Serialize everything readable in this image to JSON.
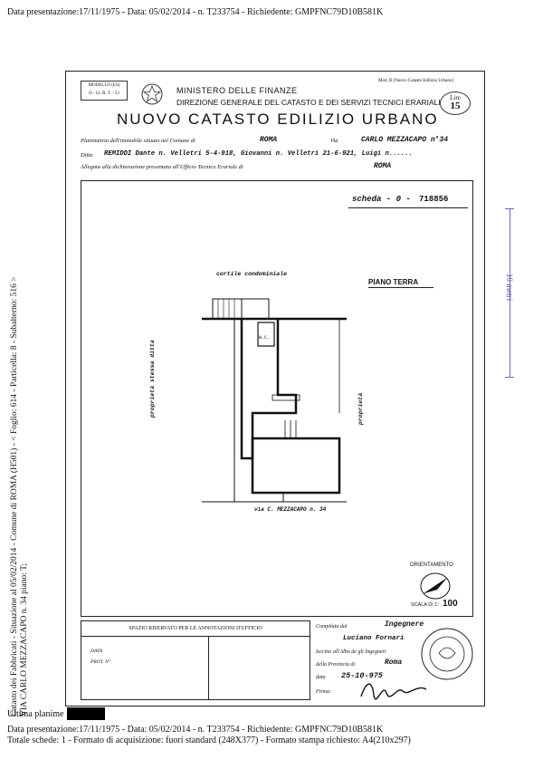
{
  "header": {
    "top_line": "Data presentazione:17/11/1975 - Data: 05/02/2014 - n. T233754 - Richiedente: GMPFNC79D10B581K"
  },
  "side": {
    "line1": "Catasto dei Fabbricati - Situazione al 05/02/2014 - Comune di ROMA (H501) - < Foglio: 614 - Particella: 8 - Subalterno: 516 >",
    "line2": "VIA CARLO MEZZACAPO n. 34 piano: T;"
  },
  "form": {
    "modello": "MODELLO (ES)",
    "modello_sub": "D - Cr. R. T. - 53",
    "mod_ref": "Mod. B (Nuovo Catasto Edilizio Urbano)",
    "lire_label": "Lire",
    "lire_value": "15",
    "ministry": "MINISTERO DELLE FINANZE",
    "direction": "DIREZIONE GENERALE DEL CATASTO E DEI SERVIZI TECNICI ERARIALI",
    "title": "NUOVO CATASTO EDILIZIO URBANO",
    "row1_label": "Planimetria dell'immobile situato nel Comune di",
    "row1_comune": "ROMA",
    "row1_via_label": "Via",
    "row1_via": "CARLO MEZZACAPO n°34",
    "row2_label": "Ditta",
    "row2_value": "REMIDDI Dante n. Velletri 5-4-918, Giovanni n. Velletri 21-6-921, Luigi n......",
    "row3_label": "Allegata alla dichiarazione presentata all'Ufficio Tecnico Erariale di",
    "row3_value": "ROMA",
    "scheda_label": "scheda - 0 -",
    "scheda_number": "718856"
  },
  "plan": {
    "courtyard": "cortile condominiale",
    "floor": "PIANO TERRA",
    "wc": "W.C.",
    "left_note": "proprietà stessa ditta",
    "right_note": "proprietà",
    "street": "via C. MEZZACAPO n. 34",
    "orientation": "ORIENTAMENTO",
    "scale_label": "SCALA DI 1:",
    "scale_value": "100"
  },
  "office": {
    "title": "SPAZIO RISERVATO PER LE ANNOTAZIONI D'UFFICIO",
    "data_label": "DATA",
    "prot_label": "PROT. N°"
  },
  "signature": {
    "compilata_label": "Compilata dal",
    "role": "Ingegnere",
    "name": "Luciano Fornari",
    "iscritto_label": "Iscritto all'Albo de gli Ingegneri",
    "provincia_label": "della Provincia di",
    "provincia": "Roma",
    "data_label": "data",
    "date": "25-10-975",
    "firma_label": "Firma:"
  },
  "scale_bar": {
    "label": "10 metri"
  },
  "footer": {
    "ultima": "Ultima planime",
    "line1": "Data presentazione:17/11/1975 - Data: 05/02/2014 - n. T233754 - Richiedente: GMPFNC79D10B581K",
    "line2": "Totale schede: 1 - Formato di acquisizione: fuori standard (248X377) - Formato stampa richiesto: A4(210x297)"
  }
}
